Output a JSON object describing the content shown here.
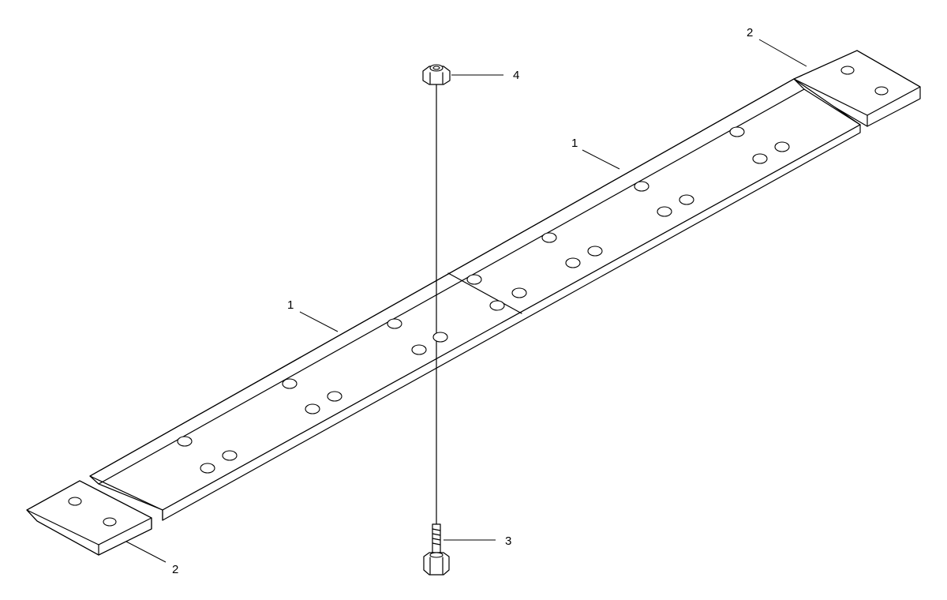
{
  "callouts": {
    "bar_upper": "1",
    "bar_lower": "1",
    "end_plate_upper": "2",
    "end_plate_lower": "2",
    "bolt": "3",
    "nut": "4"
  }
}
